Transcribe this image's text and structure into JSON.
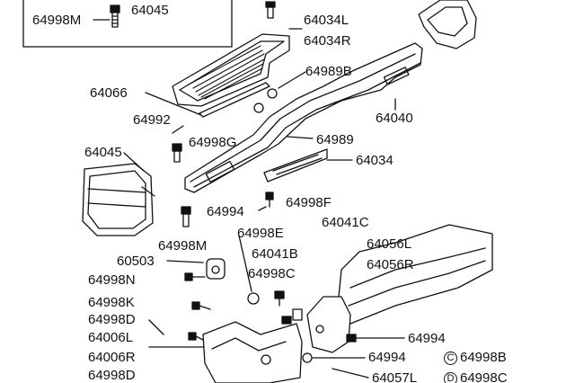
{
  "diagram": {
    "parts": {
      "p64998M_top": "64998M",
      "p64045_top": "64045",
      "p64034L": "64034L",
      "p64034R": "64034R",
      "p64989B": "64989B",
      "p64066": "64066",
      "p64040": "64040",
      "p64992": "64992",
      "p64998G": "64998G",
      "p64989": "64989",
      "p64045": "64045",
      "p64034": "64034",
      "p64994_a": "64994",
      "p64998F": "64998F",
      "p64041C": "64041C",
      "p64998E": "64998E",
      "p64998M": "64998M",
      "p64056L": "64056L",
      "p60503": "60503",
      "p64041B": "64041B",
      "p64056R": "64056R",
      "p64998N": "64998N",
      "p64998C": "64998C",
      "p64998K": "64998K",
      "p64998D_a": "64998D",
      "p64994_b": "64994",
      "p64006L": "64006L",
      "p64006R": "64006R",
      "p64994_c": "64994",
      "p64998B": "64998B",
      "p64998D_b": "64998D",
      "p64057L": "64057L",
      "p64998C_b": "64998C"
    },
    "callouts": {
      "c_letter": "C",
      "d_letter": "D"
    }
  }
}
